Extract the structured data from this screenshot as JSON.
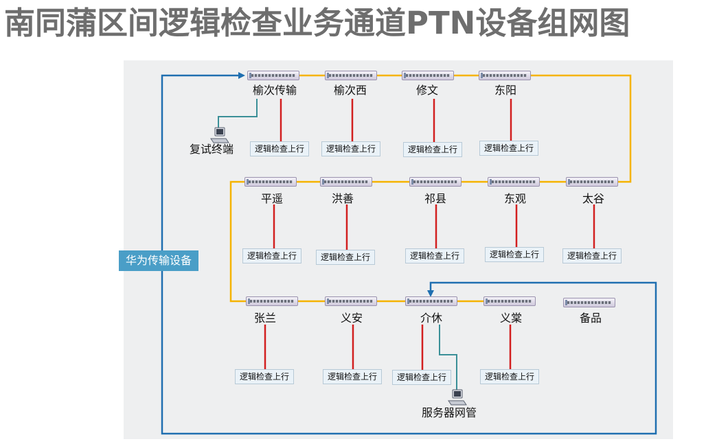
{
  "title": "南同蒲区间逻辑检查业务通道PTN设备组网图",
  "uplink_label": "逻辑检查上行",
  "badge": "华为传输设备",
  "terminals": {
    "retest": "复试终端",
    "server": "服务器网管"
  },
  "rows": [
    {
      "stations": [
        "榆次传输",
        "榆次西",
        "修文",
        "东阳"
      ]
    },
    {
      "stations": [
        "平遥",
        "洪善",
        "祁县",
        "东观",
        "太谷"
      ]
    },
    {
      "stations": [
        "张兰",
        "义安",
        "介休",
        "义棠",
        "备品"
      ]
    }
  ],
  "colors": {
    "ring": "#f5b300",
    "tail": "#d21f1f",
    "mgmt": "#1f6fb0",
    "badge": "#4a9ec7"
  },
  "icons": [
    "computer-icon"
  ]
}
